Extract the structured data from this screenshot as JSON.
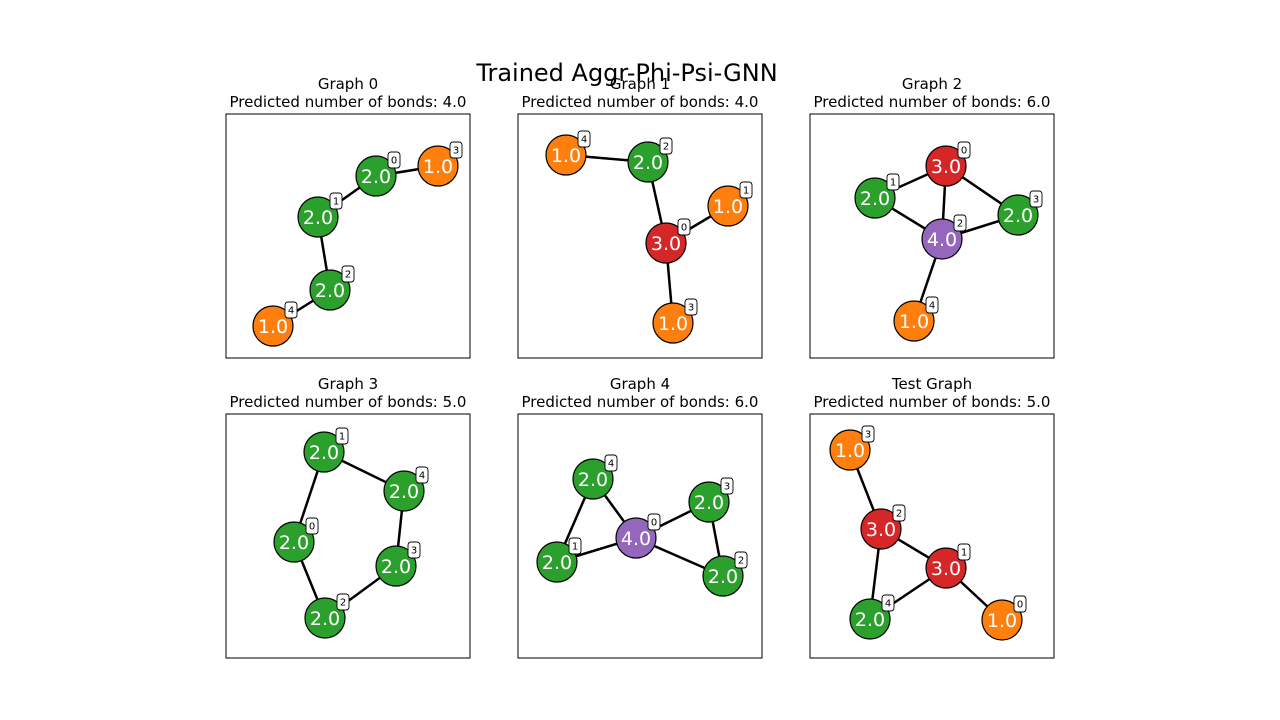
{
  "figure": {
    "title": "Trained Aggr-Phi-Psi-GNN",
    "value_colors": {
      "1.0": "#ff7f0e",
      "2.0": "#2ca02c",
      "3.0": "#d62728",
      "4.0": "#9467bd"
    },
    "panels": [
      {
        "title": "Graph 0",
        "subtitle": "Predicted number of bonds: 4.0",
        "nodes": [
          {
            "id": "0",
            "label": "2.0"
          },
          {
            "id": "1",
            "label": "2.0"
          },
          {
            "id": "2",
            "label": "2.0"
          },
          {
            "id": "3",
            "label": "1.0"
          },
          {
            "id": "4",
            "label": "1.0"
          }
        ],
        "edges": [
          [
            "0",
            "3"
          ],
          [
            "0",
            "1"
          ],
          [
            "1",
            "2"
          ],
          [
            "2",
            "4"
          ]
        ]
      },
      {
        "title": "Graph 1",
        "subtitle": "Predicted number of bonds: 4.0",
        "nodes": [
          {
            "id": "0",
            "label": "3.0"
          },
          {
            "id": "1",
            "label": "1.0"
          },
          {
            "id": "2",
            "label": "2.0"
          },
          {
            "id": "3",
            "label": "1.0"
          },
          {
            "id": "4",
            "label": "1.0"
          }
        ],
        "edges": [
          [
            "4",
            "2"
          ],
          [
            "2",
            "0"
          ],
          [
            "0",
            "1"
          ],
          [
            "0",
            "3"
          ]
        ]
      },
      {
        "title": "Graph 2",
        "subtitle": "Predicted number of bonds: 6.0",
        "nodes": [
          {
            "id": "0",
            "label": "3.0"
          },
          {
            "id": "1",
            "label": "2.0"
          },
          {
            "id": "2",
            "label": "4.0"
          },
          {
            "id": "3",
            "label": "2.0"
          },
          {
            "id": "4",
            "label": "1.0"
          }
        ],
        "edges": [
          [
            "0",
            "1"
          ],
          [
            "0",
            "3"
          ],
          [
            "0",
            "2"
          ],
          [
            "1",
            "2"
          ],
          [
            "2",
            "3"
          ],
          [
            "2",
            "4"
          ]
        ]
      },
      {
        "title": "Graph 3",
        "subtitle": "Predicted number of bonds: 5.0",
        "nodes": [
          {
            "id": "0",
            "label": "2.0"
          },
          {
            "id": "1",
            "label": "2.0"
          },
          {
            "id": "2",
            "label": "2.0"
          },
          {
            "id": "3",
            "label": "2.0"
          },
          {
            "id": "4",
            "label": "2.0"
          }
        ],
        "edges": [
          [
            "1",
            "4"
          ],
          [
            "1",
            "0"
          ],
          [
            "4",
            "3"
          ],
          [
            "0",
            "2"
          ],
          [
            "3",
            "2"
          ]
        ]
      },
      {
        "title": "Graph 4",
        "subtitle": "Predicted number of bonds: 6.0",
        "nodes": [
          {
            "id": "0",
            "label": "4.0"
          },
          {
            "id": "1",
            "label": "2.0"
          },
          {
            "id": "2",
            "label": "2.0"
          },
          {
            "id": "3",
            "label": "2.0"
          },
          {
            "id": "4",
            "label": "2.0"
          }
        ],
        "edges": [
          [
            "4",
            "1"
          ],
          [
            "4",
            "0"
          ],
          [
            "1",
            "0"
          ],
          [
            "0",
            "3"
          ],
          [
            "0",
            "2"
          ],
          [
            "3",
            "2"
          ]
        ]
      },
      {
        "title": "Test Graph",
        "subtitle": "Predicted number of bonds: 5.0",
        "nodes": [
          {
            "id": "0",
            "label": "1.0"
          },
          {
            "id": "1",
            "label": "3.0"
          },
          {
            "id": "2",
            "label": "3.0"
          },
          {
            "id": "3",
            "label": "1.0"
          },
          {
            "id": "4",
            "label": "2.0"
          }
        ],
        "edges": [
          [
            "3",
            "2"
          ],
          [
            "2",
            "1"
          ],
          [
            "2",
            "4"
          ],
          [
            "4",
            "1"
          ],
          [
            "1",
            "0"
          ]
        ]
      }
    ]
  }
}
